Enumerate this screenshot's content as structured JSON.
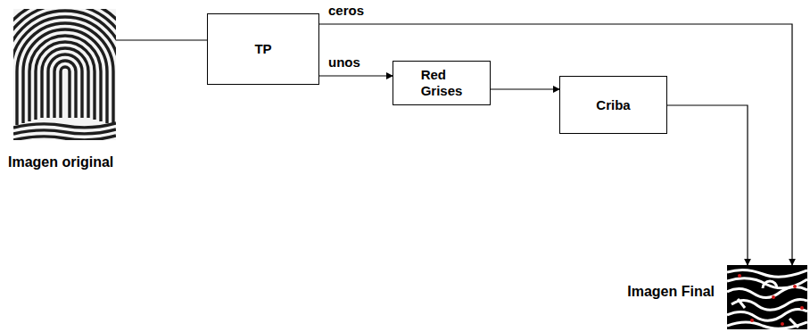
{
  "diagram": {
    "nodes": [
      {
        "text": [
          "Imagen original"
        ]
      },
      {
        "text": [
          "TP"
        ]
      },
      {
        "text": [
          "Red Grises"
        ]
      },
      {
        "text": [
          "Criba"
        ]
      },
      {
        "text": [
          "Imagen Final"
        ]
      }
    ],
    "edges": [
      {
        "from": 0,
        "to": 1,
        "arrow": "none"
      },
      {
        "from": 1,
        "to": 4,
        "label": "ceros",
        "arrow": "to"
      },
      {
        "from": 1,
        "to": 2,
        "label": "unos",
        "arrow": "to"
      },
      {
        "from": 2,
        "to": 3,
        "arrow": "to"
      },
      {
        "from": 3,
        "to": 4,
        "arrow": "to"
      }
    ]
  }
}
